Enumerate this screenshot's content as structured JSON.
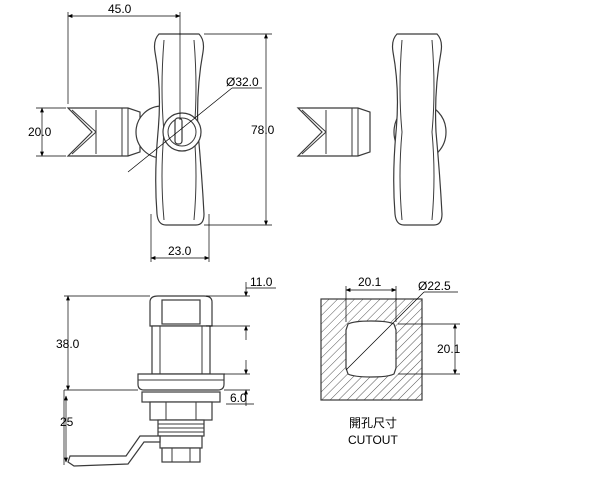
{
  "front_view": {
    "width_overall": "45.0",
    "tongue_height": "20.0",
    "key_cylinder_dia": "Ø32.0",
    "handle_height": "78.0",
    "handle_width": "23.0"
  },
  "side_view": {
    "head_height": "11.0",
    "body_length": "38.0",
    "flange_thickness": "6.0",
    "cam_length": "25"
  },
  "cutout": {
    "flat_width": "20.1",
    "hole_dia": "Ø22.5",
    "flat_height": "20.1",
    "label_cn": "開孔尺寸",
    "label_en": "CUTOUT"
  }
}
